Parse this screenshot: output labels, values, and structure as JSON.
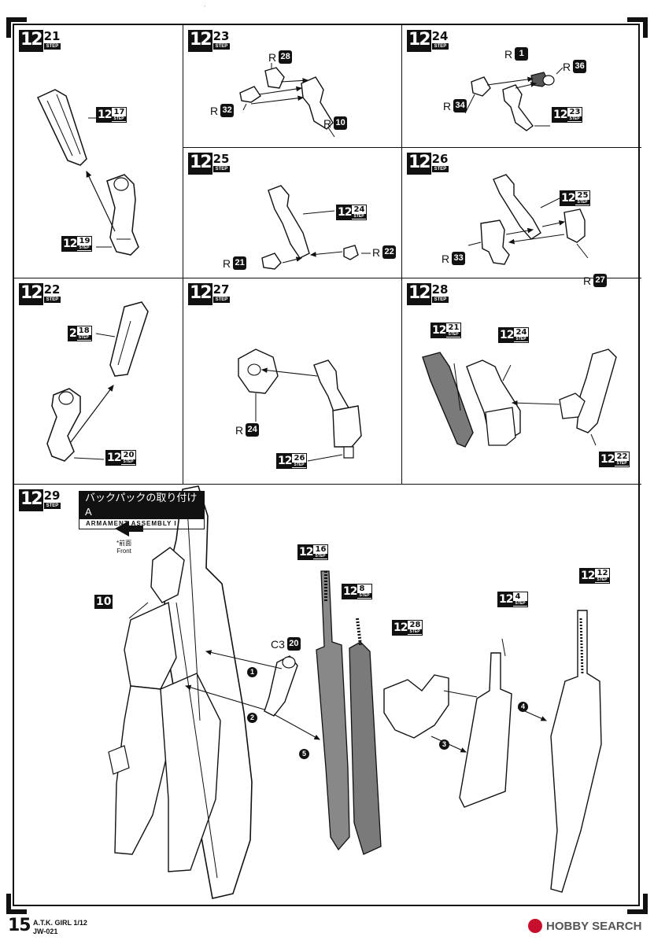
{
  "page": {
    "number": "15",
    "model_name": "A.T.K. GIRL 1/12",
    "model_code": "JW-021"
  },
  "watermark": {
    "text": "HOBBY SEARCH"
  },
  "step_suffix": "STEP",
  "steps": {
    "s21": {
      "prefix": "12",
      "number": "21"
    },
    "s23": {
      "prefix": "12",
      "number": "23"
    },
    "s24": {
      "prefix": "12",
      "number": "24"
    },
    "s25": {
      "prefix": "12",
      "number": "25"
    },
    "s26": {
      "prefix": "12",
      "number": "26"
    },
    "s22": {
      "prefix": "12",
      "number": "22"
    },
    "s27": {
      "prefix": "12",
      "number": "27"
    },
    "s28": {
      "prefix": "12",
      "number": "28"
    },
    "s29": {
      "prefix": "12",
      "number": "29"
    }
  },
  "refs": {
    "p21_17": {
      "prefix": "12",
      "number": "17"
    },
    "p21_19": {
      "prefix": "12",
      "number": "19"
    },
    "p24_23": {
      "prefix": "12",
      "number": "23"
    },
    "p25_24": {
      "prefix": "12",
      "number": "24"
    },
    "p26_25": {
      "prefix": "12",
      "number": "25"
    },
    "p22_18": {
      "prefix": "2",
      "number": "18"
    },
    "p22_20": {
      "prefix": "12",
      "number": "20"
    },
    "p27_26": {
      "prefix": "12",
      "number": "26"
    },
    "p28_21": {
      "prefix": "12",
      "number": "21"
    },
    "p28_24": {
      "prefix": "12",
      "number": "24"
    },
    "p28_22": {
      "prefix": "12",
      "number": "22"
    },
    "p29_16": {
      "prefix": "12",
      "number": "16"
    },
    "p29_8": {
      "prefix": "12",
      "number": "8"
    },
    "p29_28": {
      "prefix": "12",
      "number": "28"
    },
    "p29_4": {
      "prefix": "12",
      "number": "4"
    },
    "p29_12": {
      "prefix": "12",
      "number": "12"
    },
    "p29_10": {
      "prefix": "",
      "number": "10"
    }
  },
  "parts": {
    "p23_r28": {
      "runner": "R",
      "id": "28"
    },
    "p23_r32": {
      "runner": "R",
      "id": "32"
    },
    "p23_r10": {
      "runner": "R",
      "id": "10"
    },
    "p24_r1": {
      "runner": "R",
      "id": "1"
    },
    "p24_r36": {
      "runner": "R",
      "id": "36"
    },
    "p24_r34": {
      "runner": "R",
      "id": "34"
    },
    "p25_r21": {
      "runner": "R",
      "id": "21"
    },
    "p25_r22": {
      "runner": "R",
      "id": "22"
    },
    "p26_r33": {
      "runner": "R",
      "id": "33"
    },
    "p26_r27": {
      "runner": "R",
      "id": "27"
    },
    "p27_r24": {
      "runner": "R",
      "id": "24"
    },
    "p29_c20": {
      "runner": "C3",
      "id": "20"
    }
  },
  "assembly": {
    "title_jp": "バックパックの取り付け A",
    "title_en": "ARMAMENT ASSEMBLY I",
    "front_jp": "*前面",
    "front_en": "Front",
    "order_marks": [
      "1",
      "2",
      "3",
      "4",
      "5"
    ]
  },
  "colors": {
    "ink": "#111111",
    "gray_part": "#7a7a7a",
    "watermark_logo": "#c8102e"
  }
}
